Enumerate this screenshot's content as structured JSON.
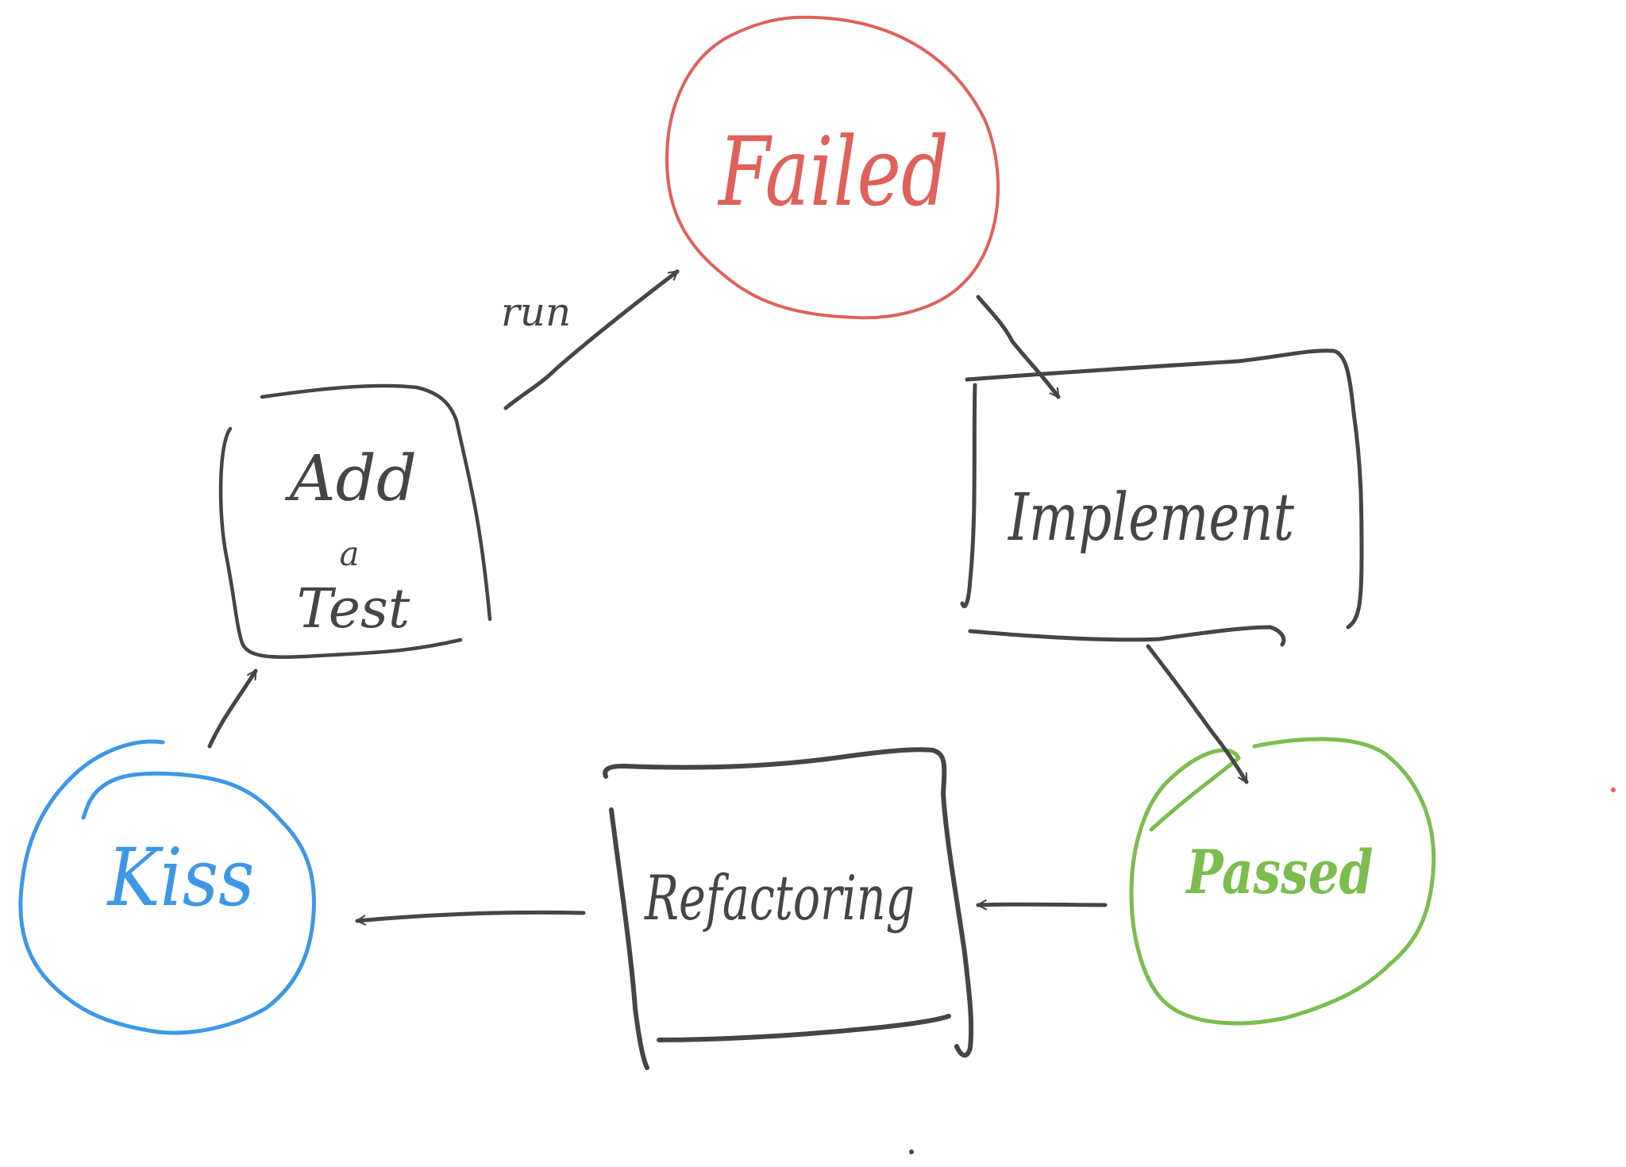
{
  "colors": {
    "ink": "#454545",
    "failed": "#e0605a",
    "passed": "#7cbd4f",
    "kiss": "#3d97e6"
  },
  "nodes": {
    "failed": {
      "label": "Failed",
      "shape": "circle"
    },
    "add_test": {
      "label_line1": "Add",
      "label_line2": "a",
      "label_line3": "Test",
      "shape": "box"
    },
    "implement": {
      "label": "Implement",
      "shape": "box"
    },
    "passed": {
      "label": "Passed",
      "shape": "circle"
    },
    "refactoring": {
      "label": "Refactoring",
      "shape": "box"
    },
    "kiss": {
      "label": "Kiss",
      "shape": "circle"
    }
  },
  "edges": [
    {
      "from": "add_test",
      "to": "failed",
      "label": "run"
    },
    {
      "from": "failed",
      "to": "implement"
    },
    {
      "from": "implement",
      "to": "passed"
    },
    {
      "from": "passed",
      "to": "refactoring"
    },
    {
      "from": "refactoring",
      "to": "kiss"
    },
    {
      "from": "kiss",
      "to": "add_test"
    }
  ]
}
